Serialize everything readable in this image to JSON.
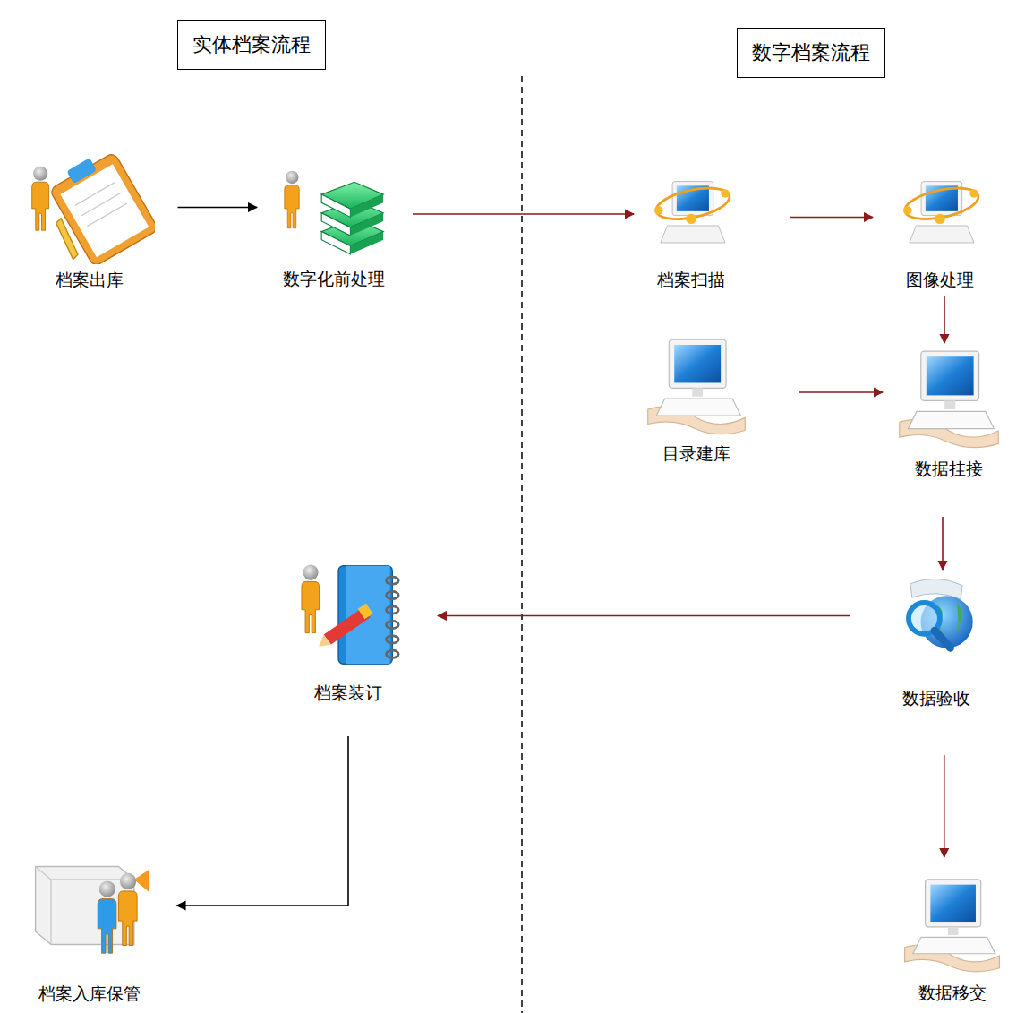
{
  "diagram": {
    "nodes": [
      {
        "text": [
          "实体档案流程"
        ]
      },
      {
        "text": [
          "数字档案流程"
        ]
      },
      {
        "text": [
          "档案出库"
        ]
      },
      {
        "text": [
          "数字化前处理"
        ]
      },
      {
        "text": [
          "档案扫描"
        ]
      },
      {
        "text": [
          "图像处理"
        ]
      },
      {
        "text": [
          "目录建库"
        ]
      },
      {
        "text": [
          "数据挂接"
        ]
      },
      {
        "text": [
          "数据验收"
        ]
      },
      {
        "text": [
          "档案装订"
        ]
      },
      {
        "text": [
          "档案入库保管"
        ]
      },
      {
        "text": [
          "数据移交"
        ]
      }
    ],
    "edges": [
      {
        "from": 2,
        "to": 3,
        "arrow": "to"
      },
      {
        "from": 3,
        "to": 4,
        "arrow": "to"
      },
      {
        "from": 4,
        "to": 5,
        "arrow": "to"
      },
      {
        "from": 5,
        "to": 7,
        "arrow": "to"
      },
      {
        "from": 6,
        "to": 7,
        "arrow": "to"
      },
      {
        "from": 7,
        "to": 8,
        "arrow": "to"
      },
      {
        "from": 8,
        "to": 9,
        "arrow": "to"
      },
      {
        "from": 8,
        "to": 11,
        "arrow": "to"
      },
      {
        "from": 9,
        "to": 10,
        "arrow": "to"
      }
    ]
  }
}
